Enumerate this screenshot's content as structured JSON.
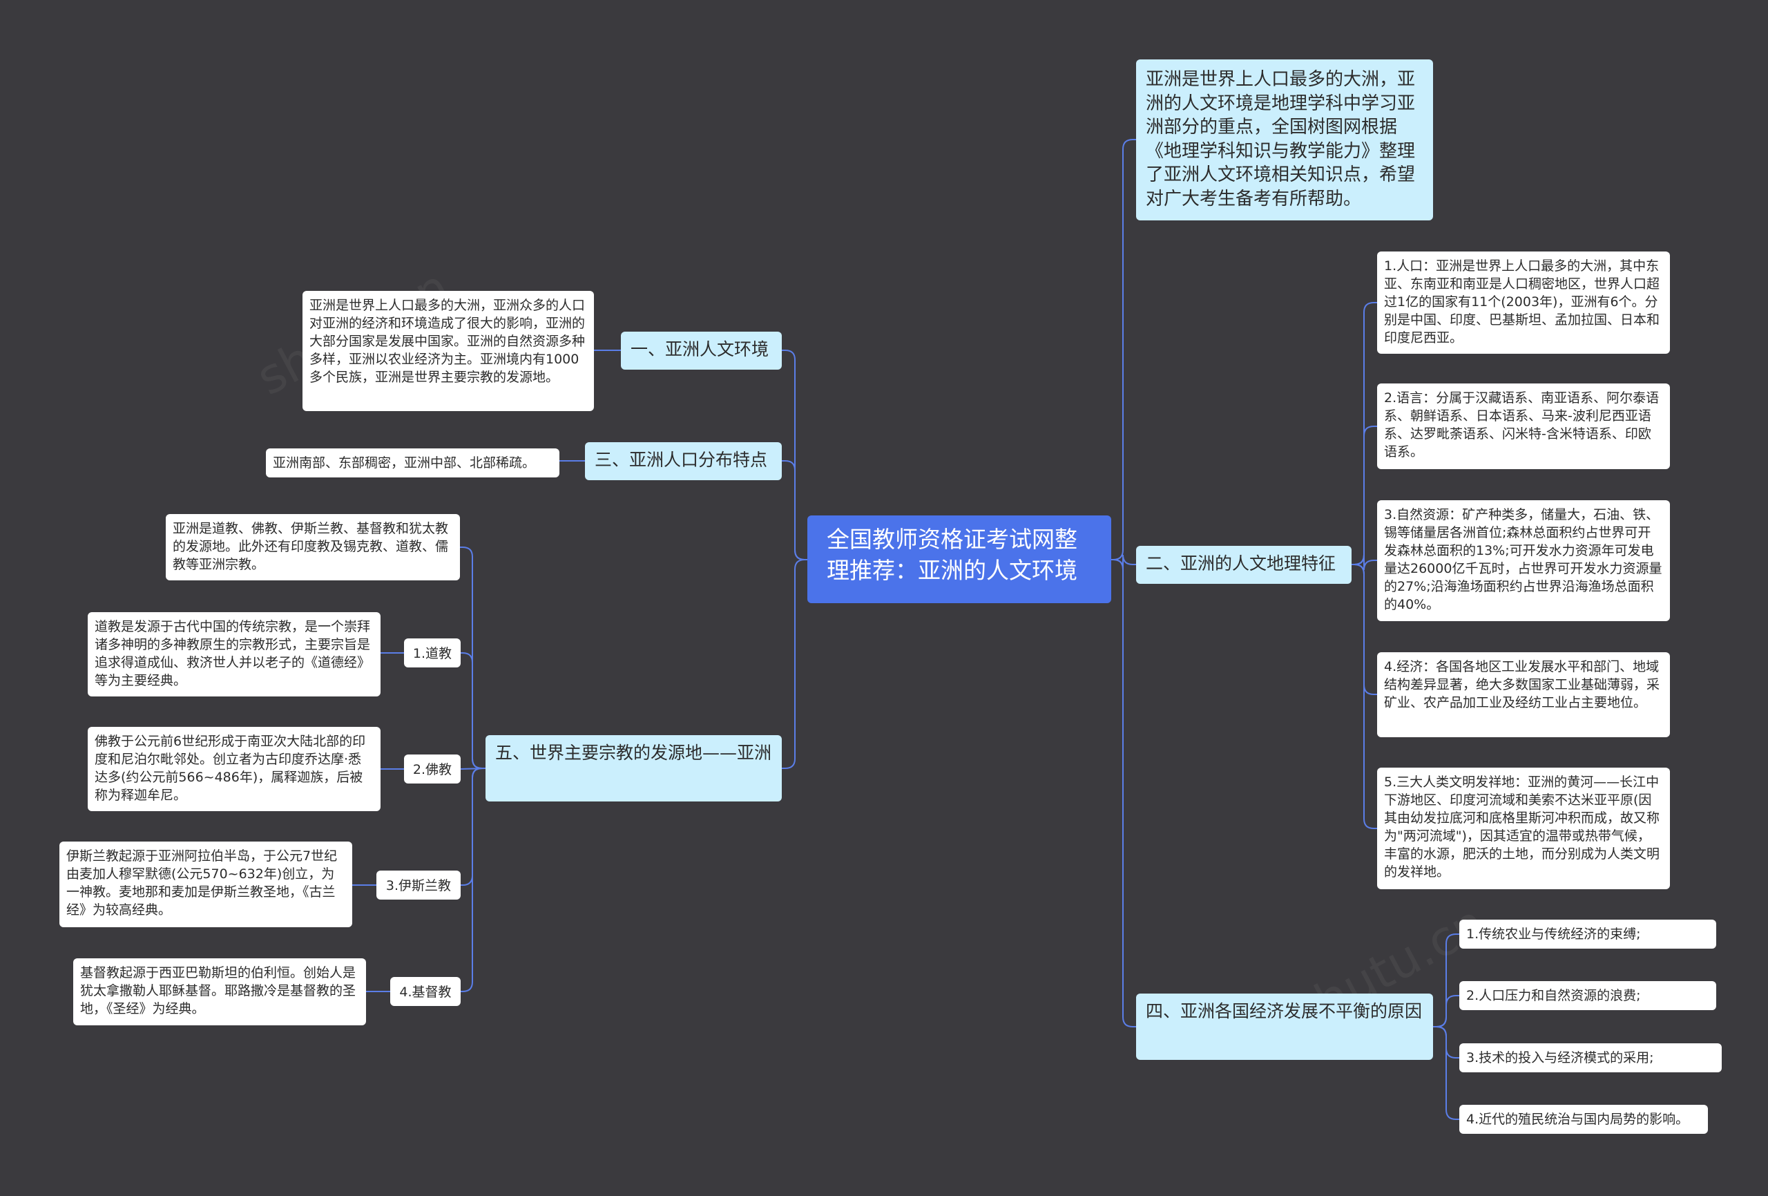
{
  "root": {
    "title": "全国教师资格证考试网整理推荐：亚洲的人文环境"
  },
  "intro": "亚洲是世界上人口最多的大洲，亚洲的人文环境是地理学科中学习亚洲部分的重点，全国树图网根据《地理学科知识与教学能力》整理了亚洲人文环境相关知识点，希望对广大考生备考有所帮助。",
  "left": {
    "b1": {
      "label": "一、亚洲人文环境",
      "detail": "亚洲是世界上人口最多的大洲，亚洲众多的人口对亚洲的经济和环境造成了很大的影响，亚洲的大部分国家是发展中国家。亚洲的自然资源多种多样，亚洲以农业经济为主。亚洲境内有1000多个民族，亚洲是世界主要宗教的发源地。"
    },
    "b3": {
      "label": "三、亚洲人口分布特点",
      "detail": "亚洲南部、东部稠密，亚洲中部、北部稀疏。"
    },
    "b5": {
      "label": "五、世界主要宗教的发源地——亚洲",
      "intro": "亚洲是道教、佛教、伊斯兰教、基督教和犹太教的发源地。此外还有印度教及锡克教、道教、儒教等亚洲宗教。",
      "items": [
        {
          "label": "1.道教",
          "detail": "道教是发源于古代中国的传统宗教，是一个崇拜诸多神明的多神教原生的宗教形式，主要宗旨是追求得道成仙、救济世人并以老子的《道德经》等为主要经典。"
        },
        {
          "label": "2.佛教",
          "detail": "佛教于公元前6世纪形成于南亚次大陆北部的印度和尼泊尔毗邻处。创立者为古印度乔达摩·悉达多(约公元前566~486年)，属释迦族，后被称为释迦牟尼。"
        },
        {
          "label": "3.伊斯兰教",
          "detail": "伊斯兰教起源于亚洲阿拉伯半岛，于公元7世纪由麦加人穆罕默德(公元570~632年)创立，为一神教。麦地那和麦加是伊斯兰教圣地，《古兰经》为较高经典。"
        },
        {
          "label": "4.基督教",
          "detail": "基督教起源于西亚巴勒斯坦的伯利恒。创始人是犹太拿撒勒人耶稣基督。耶路撒冷是基督教的圣地，《圣经》为经典。"
        }
      ]
    }
  },
  "right": {
    "b2": {
      "label": "二、亚洲的人文地理特征",
      "items": [
        "1.人口：亚洲是世界上人口最多的大洲，其中东亚、东南亚和南亚是人口稠密地区，世界人口超过1亿的国家有11个(2003年)，亚洲有6个。分别是中国、印度、巴基斯坦、孟加拉国、日本和印度尼西亚。",
        "2.语言：分属于汉藏语系、南亚语系、阿尔泰语系、朝鲜语系、日本语系、马来-波利尼西亚语系、达罗毗荼语系、闪米特-含米特语系、印欧语系。",
        "3.自然资源：矿产种类多，储量大，石油、铁、锡等储量居各洲首位;森林总面积约占世界可开发森林总面积的13%;可开发水力资源年可发电量达26000亿千瓦时，占世界可开发水力资源量的27%;沿海渔场面积约占世界沿海渔场总面积的40%。",
        "4.经济：各国各地区工业发展水平和部门、地域结构差异显著，绝大多数国家工业基础薄弱，采矿业、农产品加工业及经纺工业占主要地位。",
        "5.三大人类文明发祥地：亚洲的黄河——长江中下游地区、印度河流域和美索不达米亚平原(因其由幼发拉底河和底格里斯河冲积而成，故又称为\"两河流域\")，因其适宜的温带或热带气候，丰富的水源，肥沃的土地，而分别成为人类文明的发祥地。"
      ]
    },
    "b4": {
      "label": "四、亚洲各国经济发展不平衡的原因",
      "items": [
        "1.传统农业与传统经济的束缚;",
        "2.人口压力和自然资源的浪费;",
        "3.技术的投入与经济模式的采用;",
        "4.近代的殖民统治与国内局势的影响。"
      ]
    }
  },
  "colors": {
    "background": "#3b3a3e",
    "root": "#4b73ea",
    "branch": "#cbeffd",
    "leaf": "#ffffff",
    "line": "#5b7ee8"
  }
}
